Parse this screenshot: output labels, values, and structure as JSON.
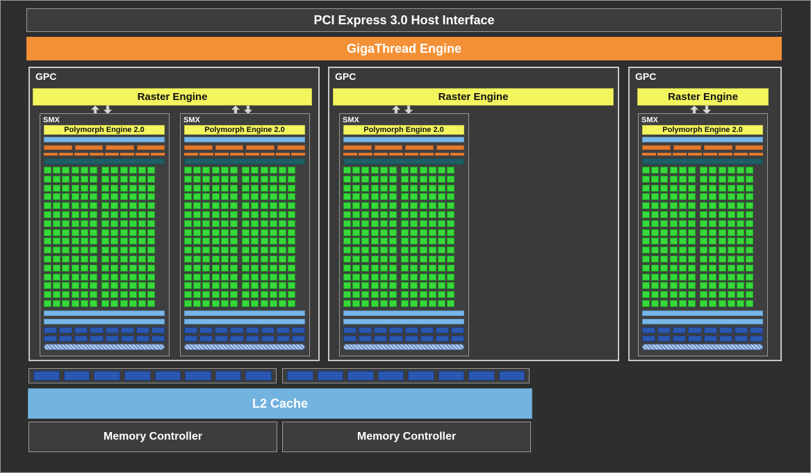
{
  "diagram": {
    "host_interface": "PCI Express 3.0 Host Interface",
    "thread_engine": "GigaThread Engine",
    "gpcs": [
      {
        "label": "GPC",
        "raster": "Raster Engine",
        "smx": [
          {
            "label": "SMX",
            "polymorph": "Polymorph Engine 2.0"
          },
          {
            "label": "SMX",
            "polymorph": "Polymorph Engine 2.0"
          }
        ]
      },
      {
        "label": "GPC",
        "raster": "Raster Engine",
        "smx": [
          {
            "label": "SMX",
            "polymorph": "Polymorph Engine 2.0"
          }
        ]
      },
      {
        "label": "GPC",
        "raster": "Raster Engine",
        "smx": [
          {
            "label": "SMX",
            "polymorph": "Polymorph Engine 2.0"
          }
        ]
      }
    ],
    "l2_cache": "L2 Cache",
    "memory_controllers": [
      "Memory Controller",
      "Memory Controller"
    ]
  },
  "colors": {
    "background": "#2e2e2e",
    "thread_engine": "#f49136",
    "raster_engine": "#f3f55f",
    "cuda_core": "#36d83a",
    "l2_cache": "#72b3e0",
    "load_store": "#2a58b0"
  }
}
